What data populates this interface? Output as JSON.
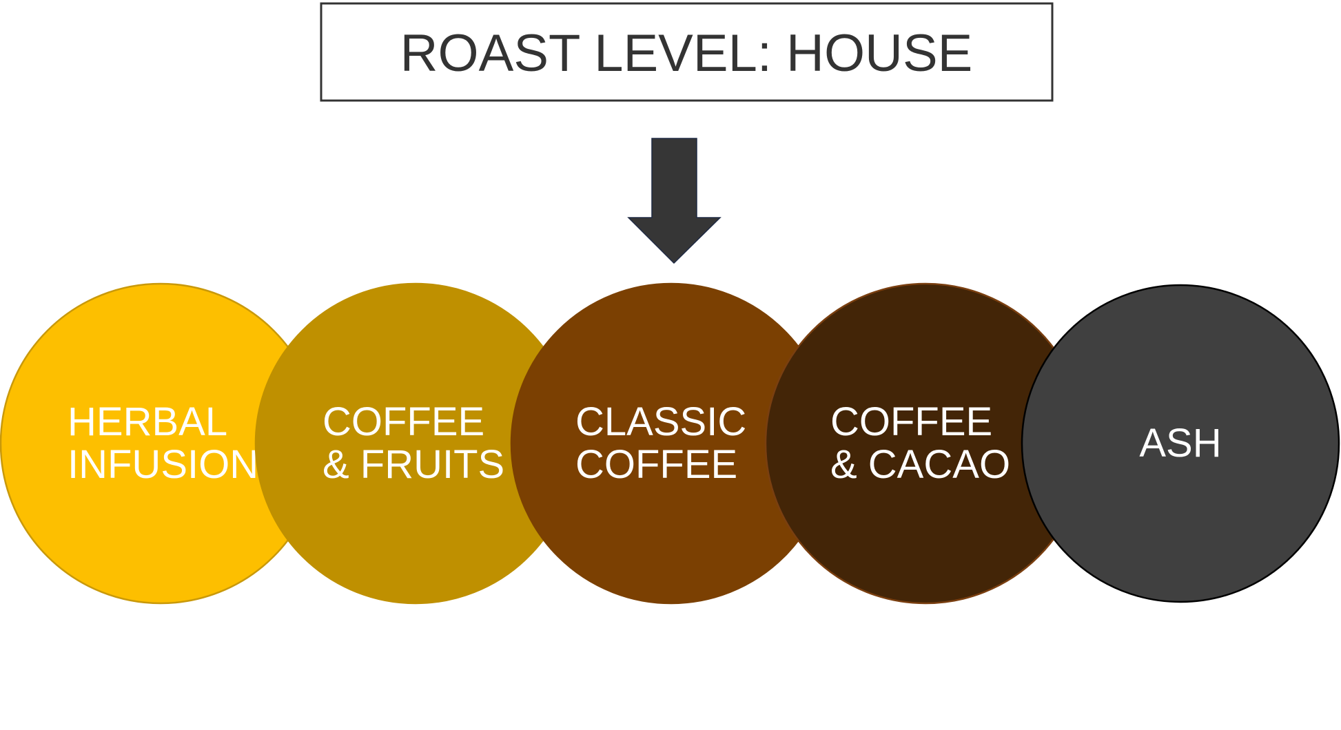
{
  "title": "ROAST LEVEL: HOUSE",
  "arrow_color": "#363636",
  "levels": [
    {
      "line1": "HERBAL",
      "line2": "INFUSION",
      "fill": "#FDBF00",
      "stroke": "#C9990A"
    },
    {
      "line1": "COFFEE",
      "line2": "& FRUITS",
      "fill": "#BF9000",
      "stroke": "#BF9000"
    },
    {
      "line1": "CLASSIC",
      "line2": "COFFEE",
      "fill": "#7B4002",
      "stroke": "#7B4002"
    },
    {
      "line1": "COFFEE",
      "line2": "& CACAO",
      "fill": "#432507",
      "stroke": "#7A3F10"
    },
    {
      "line1": "ASH",
      "line2": "",
      "fill": "#404040",
      "stroke": "#000000"
    }
  ],
  "selected_index": 2
}
